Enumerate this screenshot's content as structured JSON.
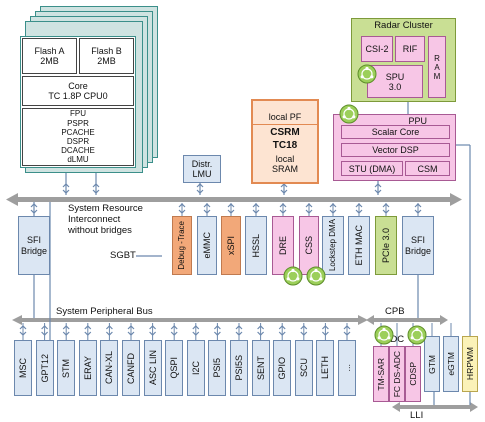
{
  "cpu": {
    "flash_a": [
      "Flash A",
      "2MB"
    ],
    "flash_b": [
      "Flash B",
      "2MB"
    ],
    "core": [
      "Core",
      "TC 1.8P CPU0"
    ],
    "units": [
      "FPU",
      "PSPR",
      "PCACHE",
      "DSPR",
      "DCACHE",
      "dLMU"
    ]
  },
  "distr_lmu": [
    "Distr.",
    "LMU"
  ],
  "local_pf": {
    "title": "local PF",
    "l1": "CSRM",
    "l2": "TC18",
    "l3": "local",
    "l4": "SRAM"
  },
  "radar": {
    "title": "Radar Cluster",
    "csi": "CSI-2",
    "rif": "RIF",
    "ram": "R\nA\nM",
    "spu": [
      "SPU",
      "3.0"
    ]
  },
  "ppu": {
    "title": "PPU",
    "scalar": "Scalar Core",
    "vector": "Vector DSP",
    "stu": "STU (DMA)",
    "csm": "CSM"
  },
  "sri": {
    "label": [
      "System Resource",
      "Interconnect",
      "without bridges"
    ],
    "sgbt": "SGBT"
  },
  "sri_modules": [
    {
      "text": "SFI Bridge",
      "color": "blue"
    },
    {
      "text": "Debug -Trace",
      "color": "orange"
    },
    {
      "text": "eMMC",
      "color": "blue"
    },
    {
      "text": "xSPI",
      "color": "orange"
    },
    {
      "text": "HSSL",
      "color": "blue"
    },
    {
      "text": "DRE",
      "color": "pink"
    },
    {
      "text": "CSS",
      "color": "pink"
    },
    {
      "text": "Lockstep DMA",
      "color": "blue"
    },
    {
      "text": "ETH MAC",
      "color": "blue"
    },
    {
      "text": "PCIe 3.0",
      "color": "green"
    },
    {
      "text": "SFI Bridge",
      "color": "blue"
    }
  ],
  "spb": {
    "label": "System Peripheral Bus",
    "cpb": "CPB",
    "adc": "ADC",
    "lli": "LLI"
  },
  "peripherals": [
    "MSC",
    "GPT12",
    "STM",
    "ERAY",
    "CAN-XL",
    "CANFD",
    "ASC LIN",
    "QSPI",
    "I2C",
    "PSI5",
    "PSI5S",
    "SENT",
    "GPIO",
    "SCU",
    "LETH",
    "..."
  ],
  "right_modules": [
    {
      "text": "TM-SAR",
      "color": "pink"
    },
    {
      "text": "FC DS-ADC",
      "color": "pink"
    },
    {
      "text": "CDSP",
      "color": "pink"
    },
    {
      "text": "GTM",
      "color": "blue"
    },
    {
      "text": "eGTM",
      "color": "blue"
    },
    {
      "text": "HRPWM",
      "color": "yellow"
    }
  ],
  "icons": {
    "security": "security-network-icon"
  }
}
